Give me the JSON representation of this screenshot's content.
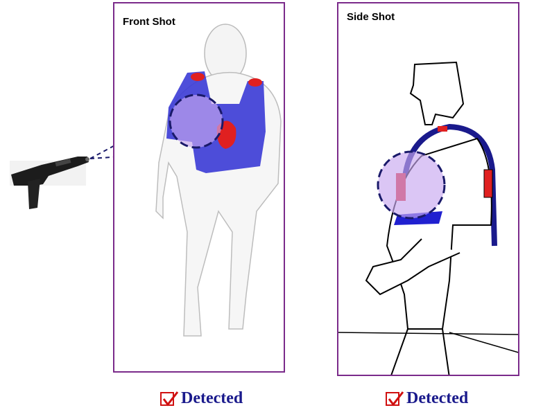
{
  "panels": [
    {
      "title": "Front Shot",
      "status": "Detected"
    },
    {
      "title": "Side Shot",
      "status": "Detected"
    }
  ],
  "icons": {
    "gun": "laser-gun-icon",
    "check": "checkbox-checked-icon"
  },
  "colors": {
    "border": "#7a2a8a",
    "vest": "#3b3bd6",
    "sensor": "#e02020",
    "hit_zone": "#c8a8f0",
    "status_text": "#1a1a8c",
    "check": "#d01010"
  }
}
